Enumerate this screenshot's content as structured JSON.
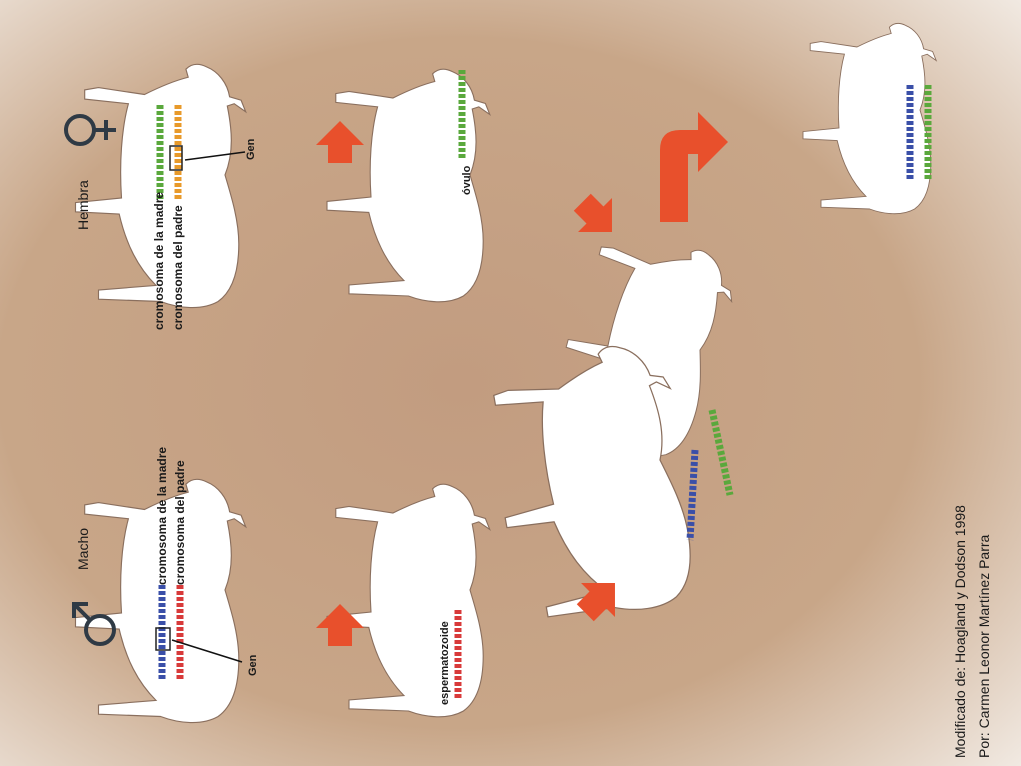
{
  "labels": {
    "hembra": "Hembra",
    "macho": "Macho",
    "madre_f": "cromosoma de la madre",
    "padre_f": "cromosoma del padre",
    "madre_m": "cromosoma de la madre",
    "padre_m": "cromosoma del padre",
    "gen_f": "Gen",
    "gen_m": "Gen",
    "ovulo": "óvulo",
    "esperma": "espermatozoide"
  },
  "credits": {
    "line1": "Modificado de: Hoagland y Dodson 1998",
    "line2": "Por: Carmen Leonor Martínez Parra"
  },
  "colors": {
    "background": "#c8a486",
    "animal": "#ffffff",
    "arrow": "#e8502c",
    "female_chrom_mother": "#5aa83c",
    "female_chrom_father": "#e89a2a",
    "male_chrom_mother": "#3a4fa8",
    "male_chrom_father": "#d83a3a"
  },
  "icons": [
    "female-symbol-icon",
    "male-symbol-icon"
  ]
}
